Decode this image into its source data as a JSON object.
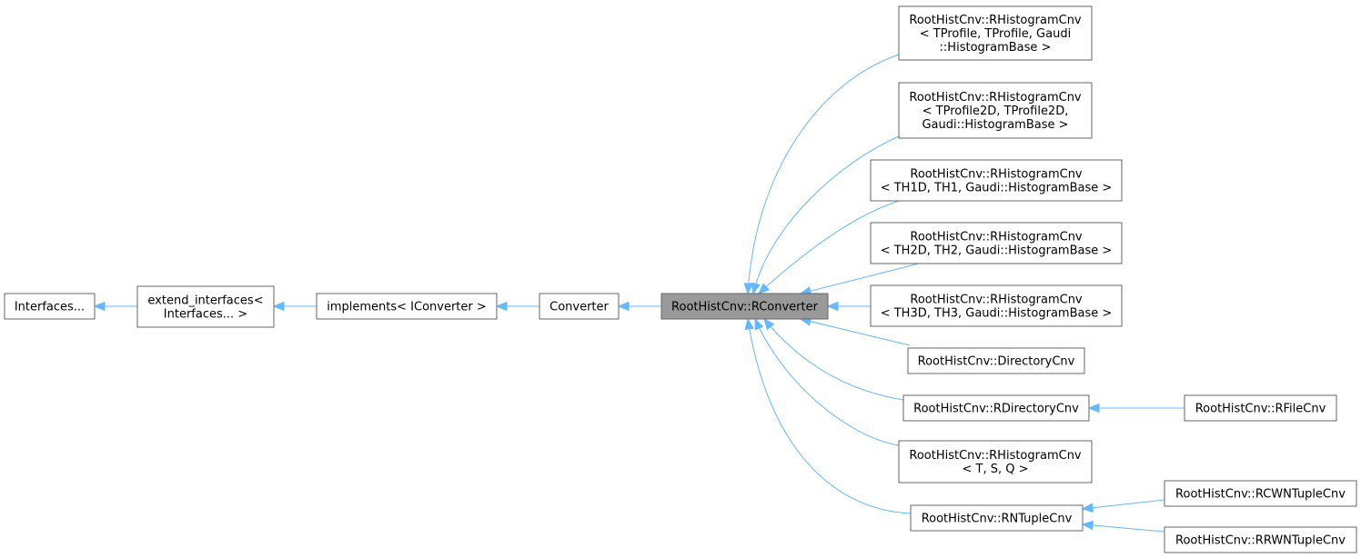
{
  "nodes": [
    {
      "id": "interfaces",
      "lines": [
        "Interfaces..."
      ]
    },
    {
      "id": "extend_interfaces",
      "lines": [
        "extend_interfaces<",
        "Interfaces... >"
      ]
    },
    {
      "id": "implements",
      "lines": [
        "implements< IConverter >"
      ]
    },
    {
      "id": "converter",
      "lines": [
        "Converter"
      ]
    },
    {
      "id": "rconverter",
      "lines": [
        "RootHistCnv::RConverter"
      ],
      "focus": true
    },
    {
      "id": "rhist_tprofile",
      "lines": [
        "RootHistCnv::RHistogramCnv",
        "< TProfile, TProfile, Gaudi",
        "::HistogramBase >"
      ]
    },
    {
      "id": "rhist_tprofile2d",
      "lines": [
        "RootHistCnv::RHistogramCnv",
        "< TProfile2D, TProfile2D,",
        "Gaudi::HistogramBase >"
      ]
    },
    {
      "id": "rhist_th1d",
      "lines": [
        "RootHistCnv::RHistogramCnv",
        "< TH1D, TH1, Gaudi::HistogramBase >"
      ]
    },
    {
      "id": "rhist_th2d",
      "lines": [
        "RootHistCnv::RHistogramCnv",
        "< TH2D, TH2, Gaudi::HistogramBase >"
      ]
    },
    {
      "id": "rhist_th3d",
      "lines": [
        "RootHistCnv::RHistogramCnv",
        "< TH3D, TH3, Gaudi::HistogramBase >"
      ]
    },
    {
      "id": "directorycnv",
      "lines": [
        "RootHistCnv::DirectoryCnv"
      ]
    },
    {
      "id": "rdirectorycnv",
      "lines": [
        "RootHistCnv::RDirectoryCnv"
      ]
    },
    {
      "id": "rfilecnv",
      "lines": [
        "RootHistCnv::RFileCnv"
      ]
    },
    {
      "id": "rhist_tsq",
      "lines": [
        "RootHistCnv::RHistogramCnv",
        "< T, S, Q >"
      ]
    },
    {
      "id": "rntuplecnv",
      "lines": [
        "RootHistCnv::RNTupleCnv"
      ]
    },
    {
      "id": "rcwntuplecnv",
      "lines": [
        "RootHistCnv::RCWNTupleCnv"
      ]
    },
    {
      "id": "rrwntuplecnv",
      "lines": [
        "RootHistCnv::RRWNTupleCnv"
      ]
    }
  ],
  "edges": [
    {
      "from": "extend_interfaces",
      "to": "interfaces"
    },
    {
      "from": "implements",
      "to": "extend_interfaces"
    },
    {
      "from": "converter",
      "to": "implements"
    },
    {
      "from": "rconverter",
      "to": "converter"
    },
    {
      "from": "rhist_tprofile",
      "to": "rconverter"
    },
    {
      "from": "rhist_tprofile2d",
      "to": "rconverter"
    },
    {
      "from": "rhist_th1d",
      "to": "rconverter"
    },
    {
      "from": "rhist_th2d",
      "to": "rconverter"
    },
    {
      "from": "rhist_th3d",
      "to": "rconverter"
    },
    {
      "from": "directorycnv",
      "to": "rconverter"
    },
    {
      "from": "rdirectorycnv",
      "to": "rconverter"
    },
    {
      "from": "rhist_tsq",
      "to": "rconverter"
    },
    {
      "from": "rntuplecnv",
      "to": "rconverter"
    },
    {
      "from": "rfilecnv",
      "to": "rdirectorycnv"
    },
    {
      "from": "rcwntuplecnv",
      "to": "rntuplecnv"
    },
    {
      "from": "rrwntuplecnv",
      "to": "rntuplecnv"
    }
  ],
  "colors": {
    "edge": "#63b8ff",
    "node_border": "#666666",
    "focus_fill": "#999999"
  }
}
